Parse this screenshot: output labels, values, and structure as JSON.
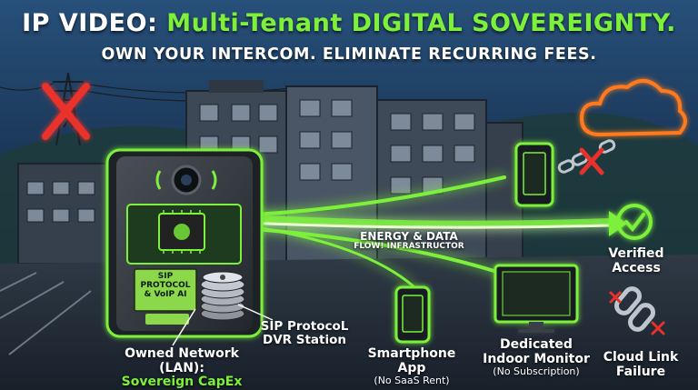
{
  "header": {
    "title_lead": "IP VIDEO: ",
    "title_highlight": "Multi-Tenant DIGITAL SOVEREIGNTY.",
    "subtitle": "OWN YOUR INTERCOM. ELIMINATE RECURRING FEES."
  },
  "panel": {
    "chip_label_1": "SIP",
    "chip_label_2": "PROTOCOL",
    "chip_label_3": "& VoIP AI"
  },
  "flow": {
    "line1": "ENERGY & DATA",
    "line2": "FLOW! INFRASTRUCTOR"
  },
  "labels": {
    "dvr_1": "SIP ProtocoL",
    "dvr_2": "DVR Station",
    "network_1": "Owned Network (LAN):",
    "network_2": "Sovereign CapEx",
    "phone_1": "Smartphone App",
    "phone_2": "(No SaaS Rent)",
    "monitor_1": "Dedicated",
    "monitor_2": "Indoor Monitor",
    "monitor_3": "(No Subscription)",
    "verified_1": "Verified",
    "verified_2": "Access",
    "cloud_1": "Cloud Link",
    "cloud_2": "Failure"
  },
  "colors": {
    "accent_green": "#7cf03a",
    "alert_red": "#e8312a",
    "cloud_orange": "#ff7a1f"
  },
  "icons": [
    "power-tower-icon",
    "red-x-icon",
    "camera-icon",
    "chip-icon",
    "disk-stack-icon",
    "cloud-icon",
    "broken-chain-icon",
    "smartphone-icon",
    "monitor-icon",
    "checkmark-icon",
    "broken-link-icon"
  ]
}
